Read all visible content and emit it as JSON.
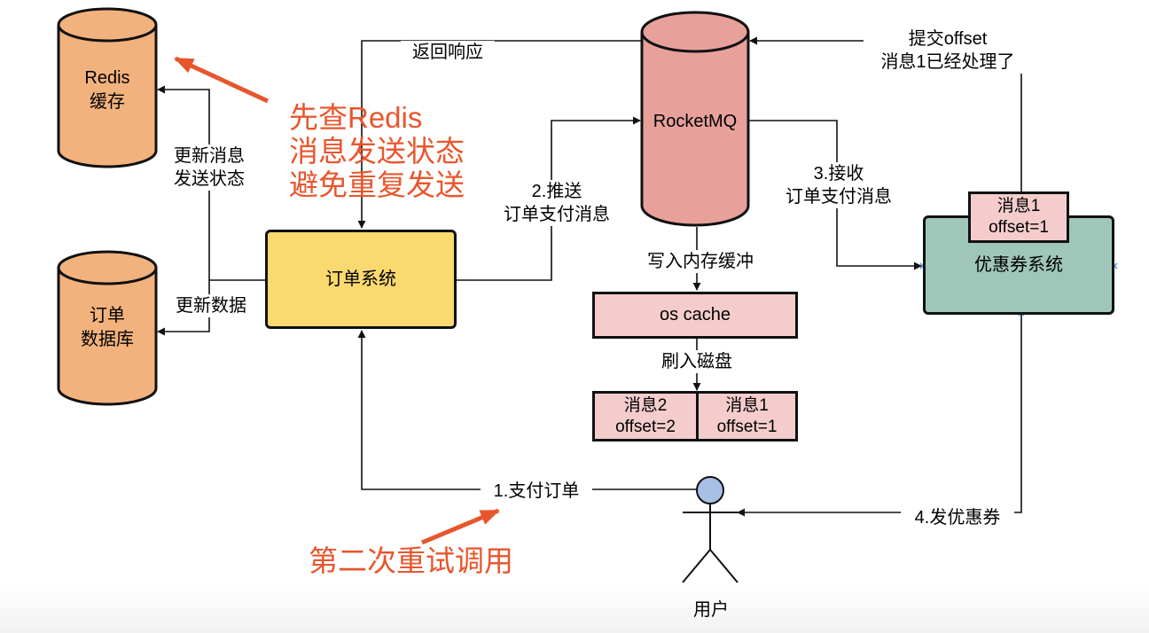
{
  "nodes": {
    "redis": "Redis\n缓存",
    "order_db": "订单\n数据库",
    "rocketmq": "RocketMQ",
    "order_system": "订单系统",
    "coupon_system": "优惠券系统",
    "os_cache": "os cache",
    "msg2": "消息2\noffset=2",
    "msg1": "消息1\noffset=1",
    "coupon_msg": "消息1\noffset=1",
    "user": "用户"
  },
  "edges": {
    "update_msg_state": "更新消息\n发送状态",
    "update_data": "更新数据",
    "return_response": "返回响应",
    "push_order_pay_msg": "2.推送\n订单支付消息",
    "receive_order_pay_msg": "3.接收\n订单支付消息",
    "commit_offset": "提交offset\n消息1已经处理了",
    "write_memory_buffer": "写入内存缓冲",
    "flush_disk": "刷入磁盘",
    "pay_order": "1.支付订单",
    "issue_coupon": "4.发优惠券"
  },
  "annotations": {
    "check_redis": "先查Redis\n消息发送状态\n避免重复发送",
    "second_retry": "第二次重试调用"
  },
  "colors": {
    "redis_db_fill": "#f2b27d",
    "rocketmq_fill": "#e8a09b",
    "order_system_fill": "#fad96f",
    "coupon_system_fill": "#9fc6b9",
    "message_fill": "#f4cccc",
    "user_head_fill": "#a9c0e6",
    "annotation_red": "#e8562d"
  }
}
